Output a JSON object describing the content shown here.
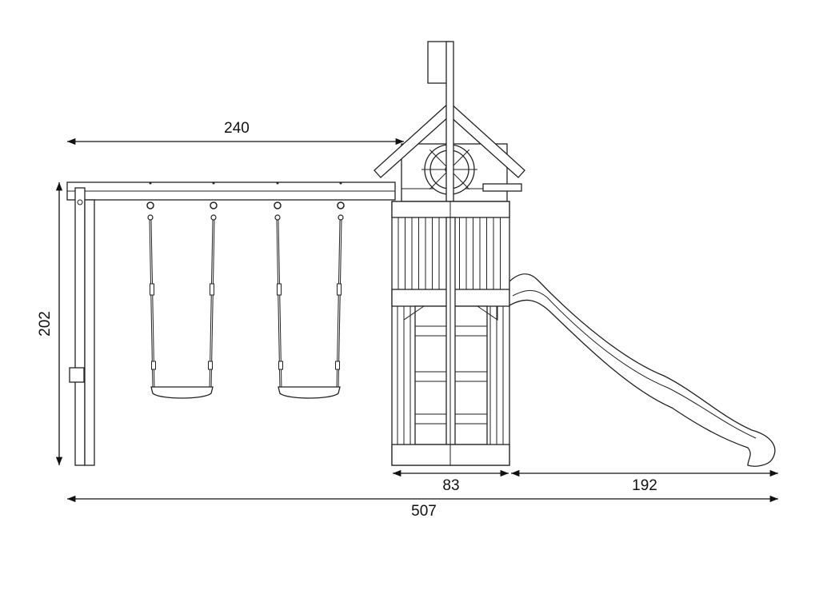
{
  "dimensions": {
    "swing_beam_length": "240",
    "height": "202",
    "tower_width": "83",
    "slide_length": "192",
    "total_length": "507"
  },
  "colors": {
    "line": "#222222",
    "background": "#ffffff"
  }
}
